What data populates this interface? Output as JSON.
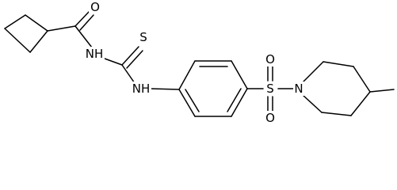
{
  "molecule": {
    "atom_labels": {
      "carbonyl_oxygen": "O",
      "amide_nitrogen": "NH",
      "thione_sulfur": "S",
      "aryl_nitrogen": "NH",
      "sulfonyl_sulfur": "S",
      "sulfonyl_oxygen_top": "O",
      "sulfonyl_oxygen_bottom": "O",
      "piperidine_nitrogen": "N"
    }
  }
}
